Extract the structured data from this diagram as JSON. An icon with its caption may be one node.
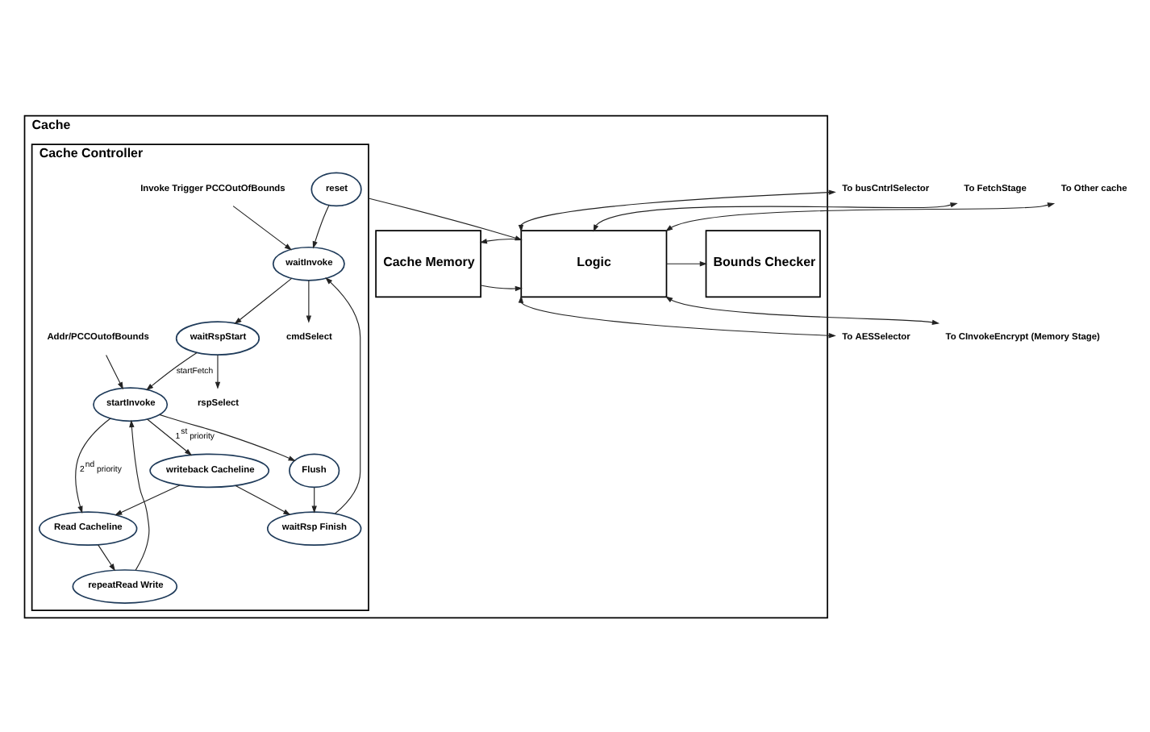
{
  "diagram": {
    "nodes": [
      {
        "text": [
          "Cache"
        ]
      },
      {
        "text": [
          "Cache Memory"
        ],
        "in": 0
      },
      {
        "text": [
          "Logic"
        ],
        "in": 0
      },
      {
        "text": [
          "Bounds Checker"
        ],
        "in": 0
      },
      {
        "text": [
          "Cache Controller"
        ],
        "in": 0
      },
      {
        "text": [
          "reset"
        ],
        "in": 4
      },
      {
        "text": [
          "waitInvoke"
        ],
        "in": 4
      },
      {
        "text": [
          "waitRspStart"
        ],
        "in": 4
      },
      {
        "text": [
          "waitRsp Finish"
        ],
        "in": 4
      },
      {
        "text": [
          "startInvoke"
        ],
        "in": 4
      },
      {
        "text": [
          "Flush"
        ],
        "in": 4
      },
      {
        "text": [
          "repeatRead Write"
        ],
        "in": 4
      },
      {
        "text": [
          "writeback Cacheline"
        ],
        "in": 4
      },
      {
        "text": [
          "Read Cacheline"
        ],
        "in": 4
      },
      {
        "text": [
          "To busCntrlSelector"
        ]
      },
      {
        "text": [
          "To FetchStage"
        ]
      },
      {
        "text": [
          "To Other cache"
        ]
      },
      {
        "text": [
          "To AESSelector"
        ]
      },
      {
        "text": [
          "To CInvokeEncrypt (Memory Stage)"
        ]
      },
      {
        "text": [
          "Invoke Trigger PCCOutOfBounds"
        ],
        "in": 4
      },
      {
        "text": [
          "Addr/PCCOutofBounds"
        ],
        "in": 4
      },
      {
        "text": [
          "cmdSelect"
        ],
        "in": 4
      },
      {
        "text": [
          "rspSelect"
        ],
        "in": 4
      }
    ],
    "edges": [
      {
        "from": 1,
        "to": 2,
        "arrow": "to"
      },
      {
        "from": 2,
        "to": 1,
        "arrow": "to"
      },
      {
        "from": 2,
        "to": 3,
        "arrow": "to"
      },
      {
        "from": 4,
        "to": 2,
        "arrow": "to"
      },
      {
        "from": 2,
        "to": 14,
        "arrow": "both"
      },
      {
        "from": 2,
        "to": 15,
        "arrow": "both"
      },
      {
        "from": 2,
        "to": 16,
        "arrow": "both"
      },
      {
        "from": 2,
        "to": 17,
        "arrow": "both"
      },
      {
        "from": 2,
        "to": 18,
        "arrow": "both"
      },
      {
        "from": 5,
        "to": 6,
        "arrow": "to"
      },
      {
        "from": 19,
        "to": 6,
        "arrow": "to"
      },
      {
        "from": 6,
        "to": 7,
        "arrow": "to"
      },
      {
        "from": 6,
        "to": 21,
        "arrow": "to"
      },
      {
        "from": 7,
        "to": 9,
        "arrow": "to",
        "label": "startFetch"
      },
      {
        "from": 7,
        "to": 22,
        "arrow": "to"
      },
      {
        "from": 20,
        "to": 9,
        "arrow": "to"
      },
      {
        "from": 9,
        "to": 10,
        "arrow": "to"
      },
      {
        "from": 10,
        "to": 8,
        "arrow": "to"
      },
      {
        "from": 8,
        "to": 6,
        "arrow": "to"
      },
      {
        "from": 9,
        "to": 12,
        "arrow": "to",
        "label": "1$^{st}$ priority"
      },
      {
        "from": 9,
        "to": 13,
        "arrow": "to",
        "label": "2$^{nd}$ priority"
      },
      {
        "from": 12,
        "to": 13,
        "arrow": "to"
      },
      {
        "from": 12,
        "to": 8,
        "arrow": "to"
      },
      {
        "from": 13,
        "to": 11,
        "arrow": "to"
      },
      {
        "from": 11,
        "to": 9,
        "arrow": "to"
      }
    ]
  }
}
